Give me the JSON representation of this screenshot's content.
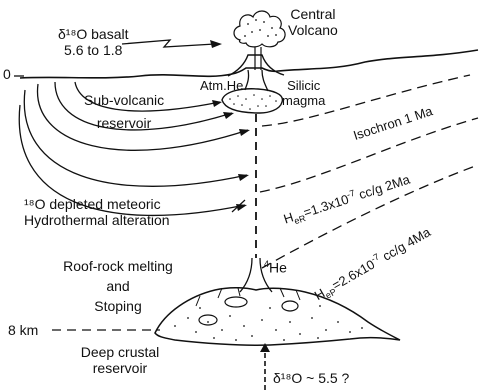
{
  "labels": {
    "central_volcano_line1": "Central",
    "central_volcano_line2": "Volcano",
    "basalt_line1": "δ¹⁸O basalt",
    "basalt_line2": "5.6 to 1.8",
    "zero": "0",
    "atm_he": "Atm.He",
    "silicic_line1": "Silicic",
    "silicic_line2": "magma",
    "subvolcanic_line1": "Sub-volcanic",
    "subvolcanic_line2": "reservoir",
    "isochron": "Isochron 1 Ma",
    "meteoric_line1": "¹⁸O depleted meteoric",
    "meteoric_line2": "Hydrothermal alteration",
    "her_prefix": "H",
    "her_sub": "eR",
    "her_value": "=1.3x10",
    "her_exp": "-7",
    "her_unit": " cc/g  2Ma",
    "he4_sup": "4",
    "he4": "He",
    "roof_line1": "Roof-rock melting",
    "roof_line2": "and",
    "roof_line3": "Stoping",
    "hep_prefix": "H",
    "hep_sub": "eP",
    "hep_value": "=2.6x10",
    "hep_exp": "-7",
    "hep_unit": " cc/g  4Ma",
    "depth": "8 km",
    "deep_line1": "Deep crustal",
    "deep_line2": "reservoir",
    "bottom_delta": "δ¹⁸O ~ 5.5 ?"
  }
}
